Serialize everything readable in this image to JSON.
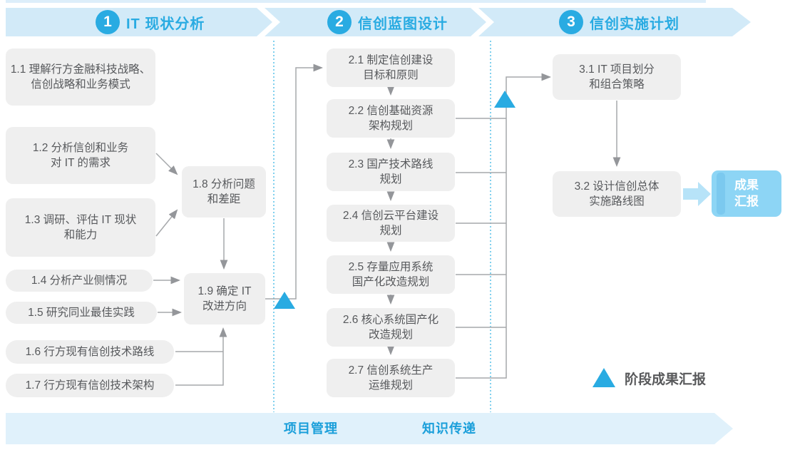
{
  "header": {
    "phases": [
      {
        "number": "1",
        "title": "IT 现状分析"
      },
      {
        "number": "2",
        "title": "信创蓝图设计"
      },
      {
        "number": "3",
        "title": "信创实施计划"
      }
    ]
  },
  "boxes": {
    "b11": {
      "lines": [
        "1.1 理解行方金融科技战略、",
        "信创战略和业务模式"
      ]
    },
    "b12": {
      "lines": [
        "1.2 分析信创和业务",
        "对 IT 的需求"
      ]
    },
    "b13": {
      "lines": [
        "1.3 调研、评估 IT 现状",
        "和能力"
      ]
    },
    "b14": {
      "lines": [
        "1.4 分析产业侧情况"
      ]
    },
    "b15": {
      "lines": [
        "1.5 研究同业最佳实践"
      ]
    },
    "b16": {
      "lines": [
        "1.6 行方现有信创技术路线"
      ]
    },
    "b17": {
      "lines": [
        "1.7 行方现有信创技术架构"
      ]
    },
    "b18": {
      "lines": [
        "1.8 分析问题",
        "和差距"
      ]
    },
    "b19": {
      "lines": [
        "1.9 确定 IT",
        "改进方向"
      ]
    },
    "b21": {
      "lines": [
        "2.1 制定信创建设",
        "目标和原则"
      ]
    },
    "b22": {
      "lines": [
        "2.2 信创基础资源",
        "架构规划"
      ]
    },
    "b23": {
      "lines": [
        "2.3 国产技术路线",
        "规划"
      ]
    },
    "b24": {
      "lines": [
        "2.4 信创云平台建设",
        "规划"
      ]
    },
    "b25": {
      "lines": [
        "2.5 存量应用系统",
        "国产化改造规划"
      ]
    },
    "b26": {
      "lines": [
        "2.6 核心系统国产化",
        "改造规划"
      ]
    },
    "b27": {
      "lines": [
        "2.7 信创系统生产",
        "运维规划"
      ]
    },
    "b31": {
      "lines": [
        "3.1 IT 项目划分",
        "和组合策略"
      ]
    },
    "b32": {
      "lines": [
        "3.2 设计信创总体",
        "实施路线图"
      ]
    }
  },
  "result_box": {
    "lines": [
      "成果",
      "汇报"
    ]
  },
  "legend": {
    "label": "阶段成果汇报"
  },
  "footer": {
    "labels": [
      "项目管理",
      "知识传递"
    ]
  },
  "colors": {
    "accent_blue": "#29abe2",
    "banner_bg": "#d2eaf8",
    "footer_banner_bg": "#e0f1fb",
    "step_box_bg": "#efefef",
    "step_box_text": "#58595b",
    "connector_gray": "#a6a8ab",
    "result_box_bg": "#8dd5f5",
    "result_arrow": "#b7e3f8",
    "divider_dashed": "#56c0e8"
  }
}
